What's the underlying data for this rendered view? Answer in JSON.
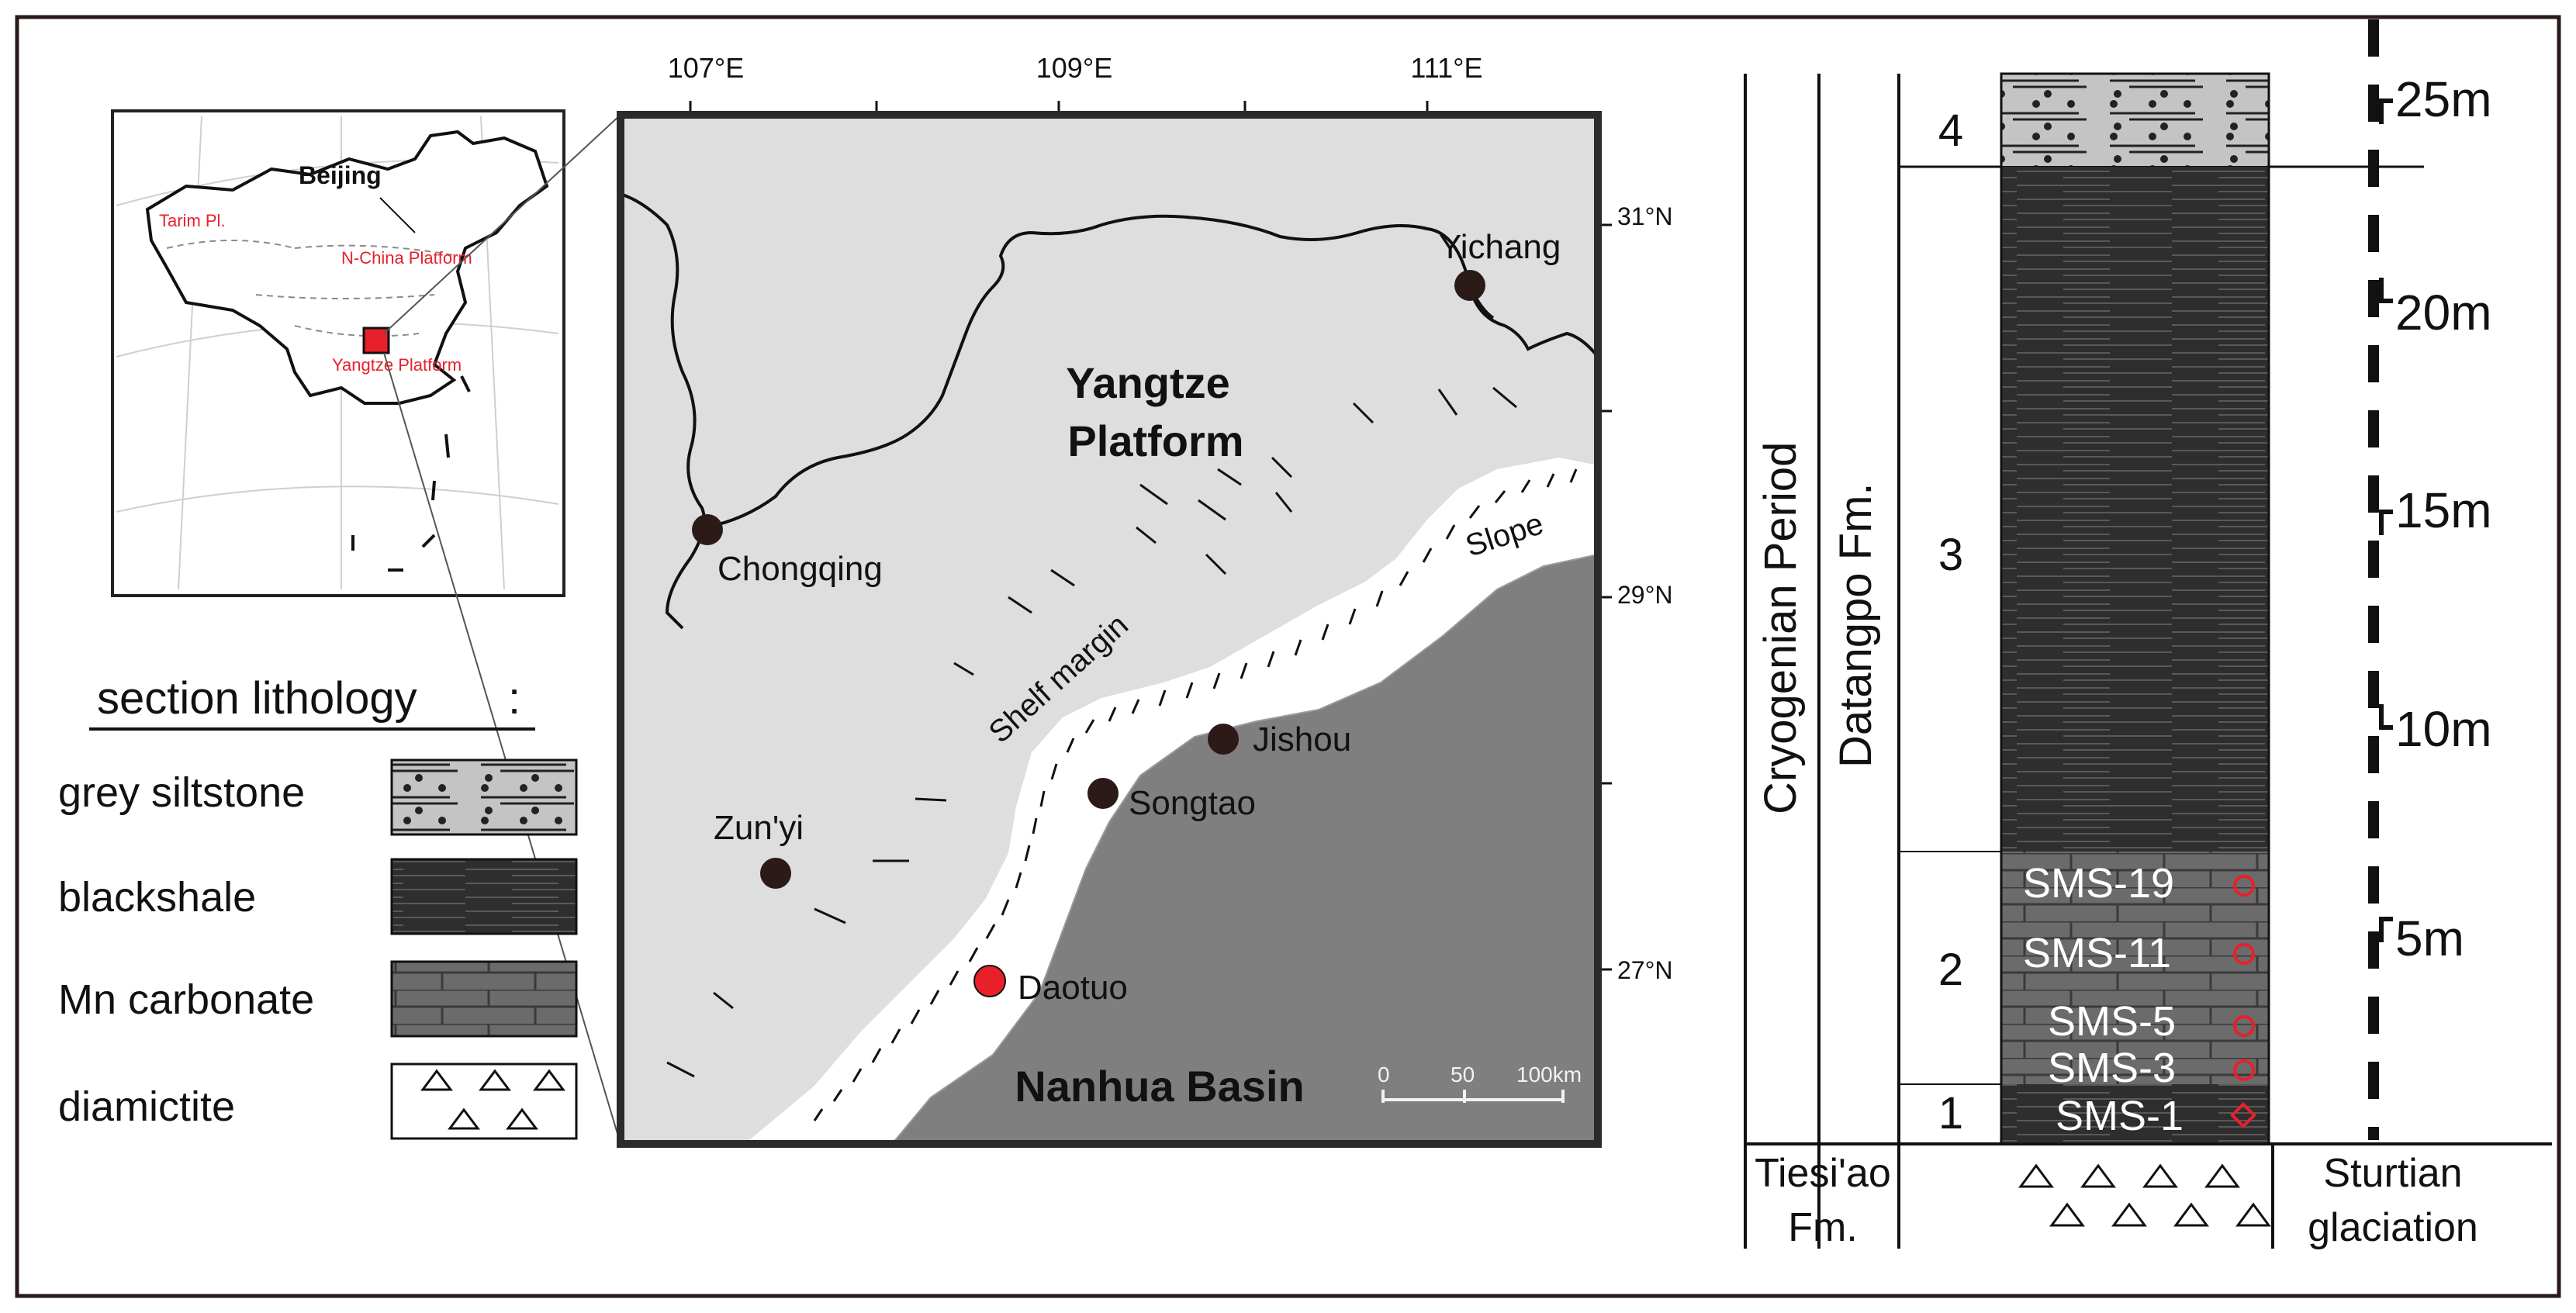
{
  "inset": {
    "capital": "Beijing",
    "regions": [
      "Tarim Pl.",
      "N-China Platform",
      "Yangtze Platform"
    ],
    "region_color": "#e8202a"
  },
  "legend": {
    "title": "section lithology",
    "title_suffix": ":",
    "items": [
      {
        "label": "grey siltstone",
        "pattern": "siltstone"
      },
      {
        "label": "blackshale",
        "pattern": "shale"
      },
      {
        "label": "Mn carbonate",
        "pattern": "carbonate"
      },
      {
        "label": "diamictite",
        "pattern": "diamictite"
      }
    ]
  },
  "map": {
    "lon_ticks": [
      "107°E",
      "109°E",
      "111°E"
    ],
    "lat_ticks": [
      "31°N",
      "29°N",
      "27°N"
    ],
    "platform_label": [
      "Yangtze",
      "Platform"
    ],
    "basin_label": "Nanhua Basin",
    "shelf_label": "Shelf margin",
    "slope_label": "Slope",
    "cities": [
      {
        "name": "Yichang",
        "color": "#2b1a18"
      },
      {
        "name": "Chongqing",
        "color": "#2b1a18"
      },
      {
        "name": "Jishou",
        "color": "#2b1a18"
      },
      {
        "name": "Songtao",
        "color": "#2b1a18"
      },
      {
        "name": "Zun'yi",
        "color": "#2b1a18"
      },
      {
        "name": "Daotuo",
        "color": "#e8202a"
      }
    ],
    "scale": {
      "ticks": [
        "0",
        "50",
        "100km"
      ]
    },
    "colors": {
      "platform": "#dedede",
      "basin": "#7f7f7f",
      "shelf": "#ffffff"
    }
  },
  "column": {
    "period": "Cryogenian Period",
    "formation": "Datangpo Fm.",
    "members": [
      "4",
      "3",
      "2",
      "1"
    ],
    "samples": [
      {
        "id": "SMS-19",
        "marker": "circle"
      },
      {
        "id": "SMS-11",
        "marker": "circle"
      },
      {
        "id": "SMS-5",
        "marker": "circle"
      },
      {
        "id": "SMS-3",
        "marker": "circle"
      },
      {
        "id": "SMS-1",
        "marker": "diamond"
      }
    ],
    "sample_marker_color": "#e8202a",
    "depth_ticks": [
      "25m",
      "20m",
      "15m",
      "10m",
      "5m"
    ],
    "base_formation": [
      "Tiesi'ao",
      "Fm."
    ],
    "glaciation": [
      "Sturtian",
      "glaciation"
    ],
    "colors": {
      "shale": "#2e2e2e",
      "carbonate": "#6b6b6b",
      "siltstone": "#c4c4c4"
    }
  }
}
